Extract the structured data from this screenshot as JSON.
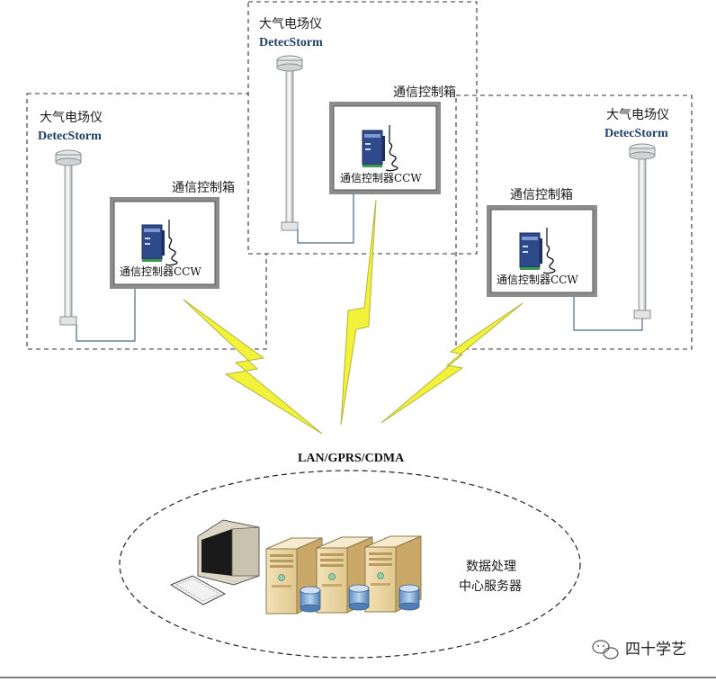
{
  "stations": [
    {
      "instrument_name": "大气电场仪",
      "instrument_model": "DetecStorm",
      "box_label": "通信控制箱",
      "controller_label": "通信控制器CCW"
    },
    {
      "instrument_name": "大气电场仪",
      "instrument_model": "DetecStorm",
      "box_label": "通信控制箱",
      "controller_label": "通信控制器CCW"
    },
    {
      "instrument_name": "大气电场仪",
      "instrument_model": "DetecStorm",
      "box_label": "通信控制箱",
      "controller_label": "通信控制器CCW"
    }
  ],
  "network_label": "LAN/GPRS/CDMA",
  "server_center": {
    "line1": "数据处理",
    "line2": "中心服务器"
  },
  "watermark": "四十学艺",
  "icons": [
    "field-mill-pole-icon",
    "controller-device-icon",
    "lightning-link-icon",
    "monitor-icon",
    "keyboard-icon",
    "server-icon",
    "wechat-icon"
  ],
  "colors": {
    "bolt_fill": "#f2f23a",
    "bolt_outline": "#b4b43a",
    "label_blue": "#1f3f6a",
    "wire": "#4a6a8a"
  }
}
